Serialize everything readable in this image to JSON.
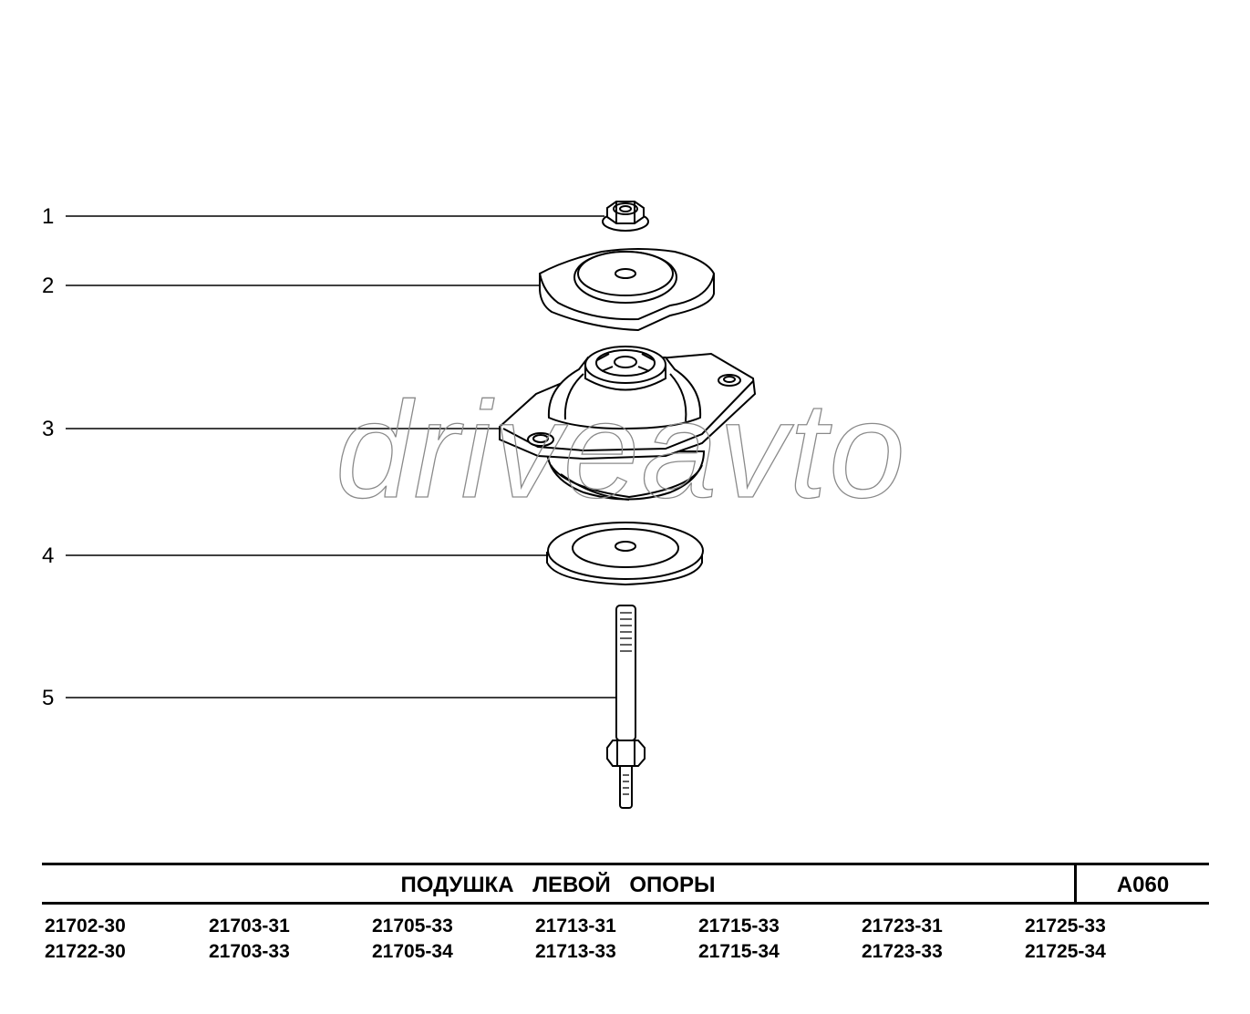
{
  "callouts": [
    {
      "number": "1",
      "part": "nut"
    },
    {
      "number": "2",
      "part": "upper-washer"
    },
    {
      "number": "3",
      "part": "mount-cushion"
    },
    {
      "number": "4",
      "part": "lower-washer"
    },
    {
      "number": "5",
      "part": "stud-bolt"
    }
  ],
  "watermark": "driveavto",
  "title": "ПОДУШКА ЛЕВОЙ ОПОРЫ",
  "code": "A060",
  "models": [
    [
      "21702-30",
      "21722-30"
    ],
    [
      "21703-31",
      "21703-33"
    ],
    [
      "21705-33",
      "21705-34"
    ],
    [
      "21713-31",
      "21713-33"
    ],
    [
      "21715-33",
      "21715-34"
    ],
    [
      "21723-31",
      "21723-33"
    ],
    [
      "21725-33",
      "21725-34"
    ]
  ]
}
